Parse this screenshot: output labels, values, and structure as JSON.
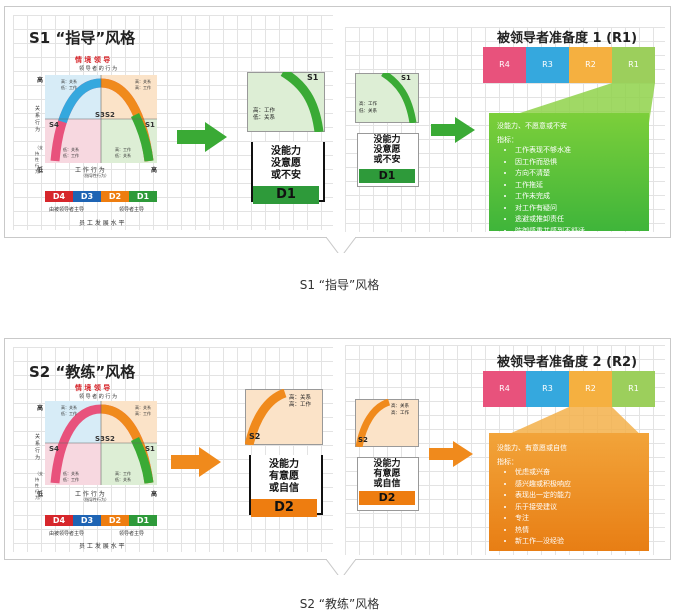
{
  "panel1": {
    "title": "S1 “指导”风格",
    "caption": "S1 “指导”风格",
    "diagram": {
      "header": "情 境 领 导",
      "subheader": "领 导 者 的 行 为",
      "ylabel": "高",
      "ylabel2": "关系行为",
      "ylabel3": "（支持性行为）",
      "low": "低",
      "xlabel": "工 作 行 为",
      "xlabel2": "（指导性行为）",
      "high": "高",
      "q_s1": "S1",
      "q_s2": "S2",
      "q_s3": "S3",
      "q_s4": "S4",
      "q_s1_note": "高：工作\n低：关系",
      "q_s2_note": "高：关系\n高：工作",
      "q_s3_note": "高：关系\n低：工作",
      "q_s4_note": "低：关系\n低：工作",
      "d4": "D4",
      "d3": "D3",
      "d2": "D2",
      "d1": "D1",
      "left_foot": "由被领导者主导",
      "right_foot": "领导者主导",
      "bottom": "员 工 发 展 水 平"
    },
    "mid_card": {
      "label": "S1",
      "note": "高：工作\n低：关系",
      "text": "没能力\n没意愿\n或不安",
      "bar": "D1"
    },
    "small_card": {
      "label": "S1",
      "note": "高：工作\n低：关系",
      "text": "没能力\n没意愿\n或不安",
      "bar": "D1"
    },
    "readiness": {
      "title": "被领导者准备度 1 (R1)",
      "tabs": [
        "R4",
        "R3",
        "R2",
        "R1"
      ],
      "headline": "没能力、不愿意或不安",
      "indicator": "指标：",
      "items": [
        "工作表现不够水准",
        "因工作而恐惧",
        "方向不清楚",
        "工作拖延",
        "工作未完成",
        "对工作有疑问",
        "逃避或推卸责任",
        "防御感重并感到不舒适"
      ]
    }
  },
  "panel2": {
    "title": "S2 “教练”风格",
    "caption": "S2 “教练”风格",
    "diagram": {
      "header": "情 境 领 导",
      "subheader": "领 导 者 的 行 为",
      "ylabel": "高",
      "ylabel2": "关系行为",
      "ylabel3": "（支持性行为）",
      "low": "低",
      "xlabel": "工 作 行 为",
      "xlabel2": "（指导性行为）",
      "high": "高",
      "q_s1": "S1",
      "q_s2": "S2",
      "q_s3": "S3",
      "q_s4": "S4",
      "q_s1_note": "高：工作\n低：关系",
      "q_s2_note": "高：关系\n高：工作",
      "q_s3_note": "高：关系\n低：工作",
      "q_s4_note": "低：关系\n低：工作",
      "d4": "D4",
      "d3": "D3",
      "d2": "D2",
      "d1": "D1",
      "left_foot": "由被领导者主导",
      "right_foot": "领导者主导",
      "bottom": "员 工 发 展 水 平"
    },
    "mid_card": {
      "label": "S2",
      "note": "高：关系\n高：工作",
      "text": "没能力\n有意愿\n或自信",
      "bar": "D2"
    },
    "small_card": {
      "label": "S2",
      "note": "高：关系\n高：工作",
      "text": "没能力\n有意愿\n或自信",
      "bar": "D2"
    },
    "readiness": {
      "title": "被领导者准备度 2 (R2)",
      "tabs": [
        "R4",
        "R3",
        "R2",
        "R1"
      ],
      "headline": "没能力、有意愿或自信",
      "indicator": "指标：",
      "items": [
        "忧虑或兴奋",
        "感兴趣或积极响应",
        "表现出一定的能力",
        "乐于接受建议",
        "专注",
        "热情",
        "新工作—没经验"
      ]
    }
  },
  "colors": {
    "s1_green": "#3aaa35",
    "s2_orange": "#f08a1c",
    "s3_blue": "#35a8de",
    "s4_pink": "#e8527c",
    "d_red": "#d6262b",
    "d_blue": "#1e64b4",
    "d_orange": "#ee7d10",
    "d_green": "#2e9a3a"
  }
}
